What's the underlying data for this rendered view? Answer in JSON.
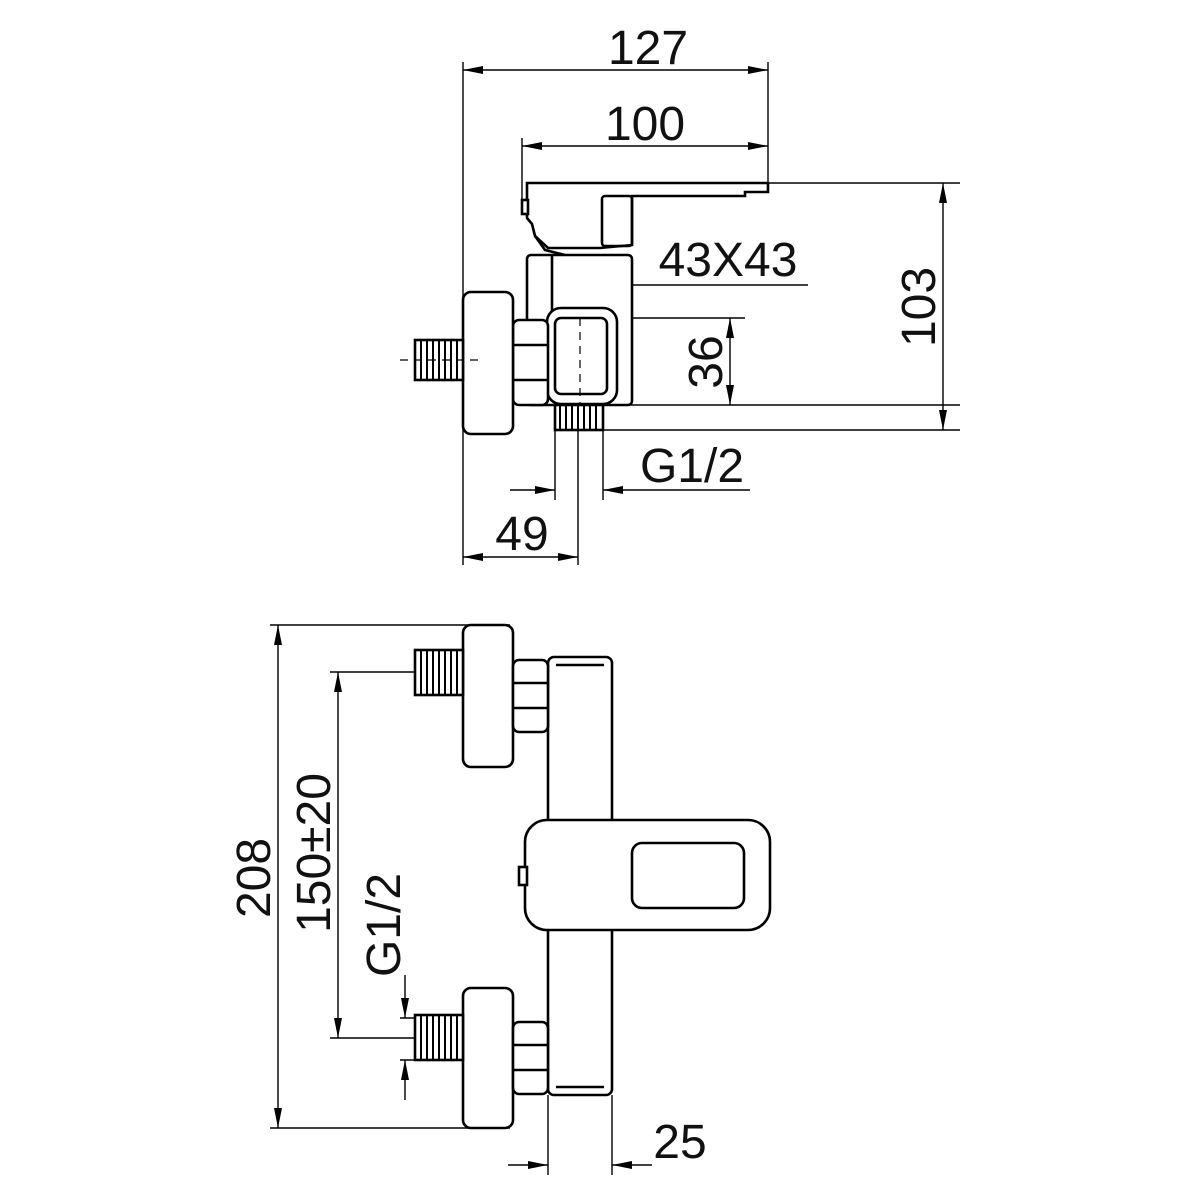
{
  "side_view": {
    "dim_overall_width": "127",
    "dim_spout_length": "100",
    "dim_body_section": "43X43",
    "dim_height": "103",
    "dim_body_height": "36",
    "dim_outlet_thread": "G1/2",
    "dim_wall_offset": "49"
  },
  "front_view": {
    "dim_overall_height": "208",
    "dim_inlet_spacing": "150±20",
    "dim_inlet_thread": "G1/2",
    "dim_body_width": "25"
  }
}
